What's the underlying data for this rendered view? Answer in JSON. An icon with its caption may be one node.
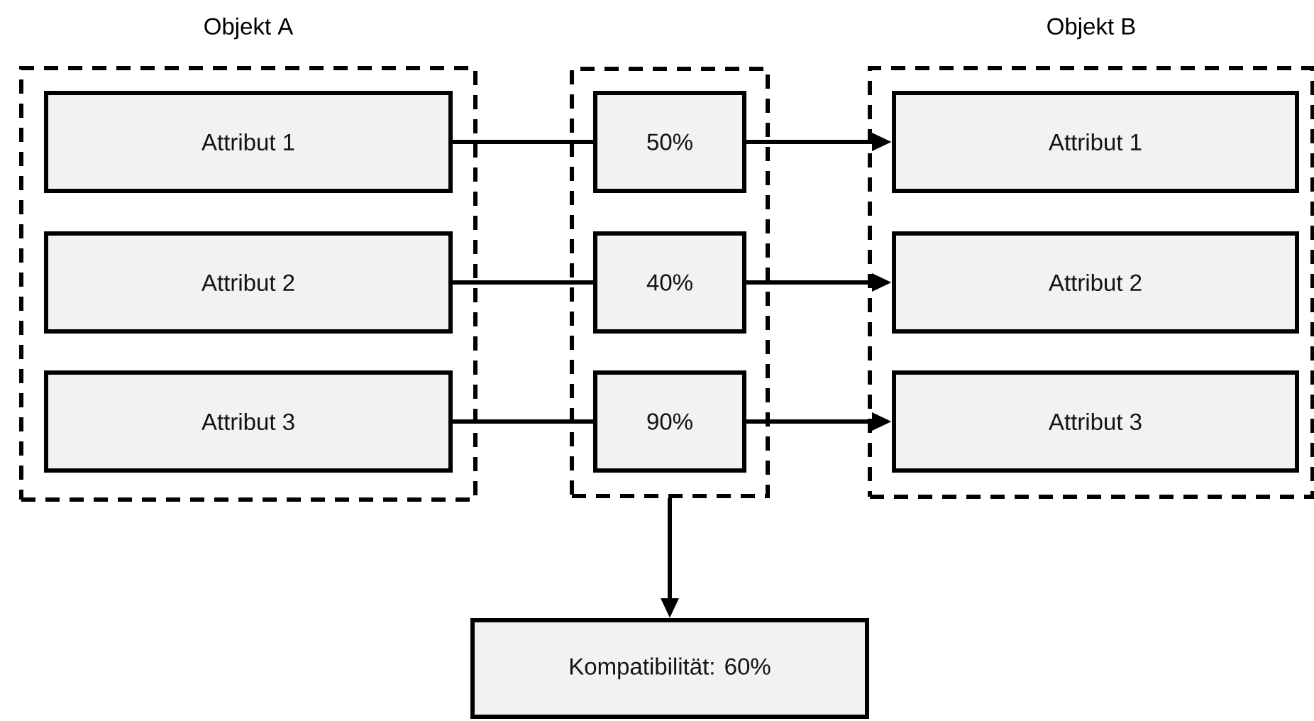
{
  "diagram": {
    "nodes": [
      {
        "text": [
          "Objekt A"
        ]
      },
      {
        "text": [
          "Attribut 1"
        ],
        "in": 0
      },
      {
        "text": [
          "Attribut 2"
        ],
        "in": 0
      },
      {
        "text": [
          "Attribut 3"
        ],
        "in": 0
      },
      {
        "text": [],
        "shape": "box"
      },
      {
        "text": [
          "50%"
        ],
        "in": 4
      },
      {
        "text": [
          "40%"
        ],
        "in": 4
      },
      {
        "text": [
          "90%"
        ],
        "in": 4
      },
      {
        "text": [
          "Objekt B"
        ]
      },
      {
        "text": [
          "Attribut 1"
        ],
        "in": 8
      },
      {
        "text": [
          "Attribut 2"
        ],
        "in": 8
      },
      {
        "text": [
          "Attribut 3"
        ],
        "in": 8
      },
      {
        "text": [
          "Kompatibilität: 60%"
        ]
      }
    ],
    "edges": [
      {
        "from": 1,
        "to": 5,
        "arrow": "none"
      },
      {
        "from": 5,
        "to": 9,
        "arrow": "to"
      },
      {
        "from": 2,
        "to": 6,
        "arrow": "none"
      },
      {
        "from": 6,
        "to": 10,
        "arrow": "to"
      },
      {
        "from": 3,
        "to": 7,
        "arrow": "none"
      },
      {
        "from": 7,
        "to": 11,
        "arrow": "to"
      },
      {
        "from": 4,
        "to": 12,
        "arrow": "to"
      }
    ]
  }
}
